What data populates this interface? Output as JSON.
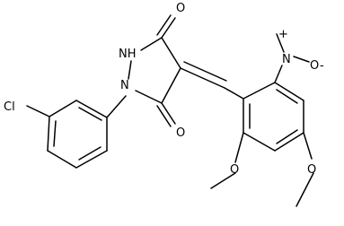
{
  "structure": {
    "atoms": {
      "cl": "Cl",
      "n1": "N",
      "nh": "NH",
      "o_top": "O",
      "o_bottom": "O",
      "nitro_n": "N",
      "nitro_o_plus": "+",
      "nitro_o_minus": "O",
      "nitro_o_minus_charge": "-",
      "ome_o1": "O",
      "ome_o2": "O"
    }
  }
}
